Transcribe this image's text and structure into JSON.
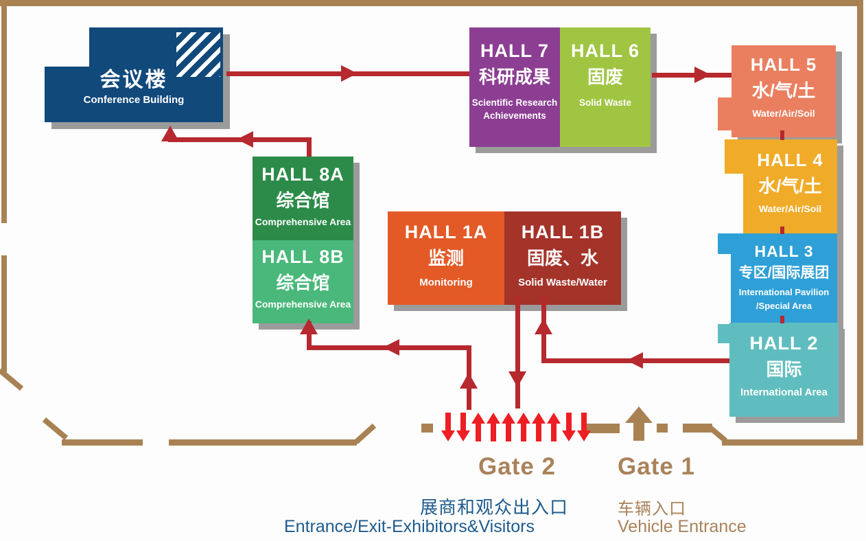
{
  "conference_building": {
    "name_zh": "会议楼",
    "name_en": "Conference Building",
    "color": "#11497b"
  },
  "halls": [
    {
      "id": "hall-7",
      "title": "HALL 7",
      "zh": "科研成果",
      "en": [
        "Scientific Research",
        "Achievements"
      ],
      "color": "#8c3e92"
    },
    {
      "id": "hall-6",
      "title": "HALL 6",
      "zh": "固废",
      "en": [
        "Solid Waste"
      ],
      "color": "#a0c542"
    },
    {
      "id": "hall-5",
      "title": "HALL 5",
      "zh": "水/气/土",
      "en": [
        "Water/Air/Soil"
      ],
      "color": "#ea7f5f"
    },
    {
      "id": "hall-4",
      "title": "HALL 4",
      "zh": "水/气/土",
      "en": [
        "Water/Air/Soil"
      ],
      "color": "#f0ab28"
    },
    {
      "id": "hall-3",
      "title": "HALL 3",
      "zh": "专区/国际展团",
      "en": [
        "International Pavilion",
        "/Special Area"
      ],
      "color": "#2fa0d7"
    },
    {
      "id": "hall-2",
      "title": "HALL 2",
      "zh": "国际",
      "en": [
        "International Area"
      ],
      "color": "#60bdbf"
    },
    {
      "id": "hall-8a",
      "title": "HALL 8A",
      "zh": "综合馆",
      "en": [
        "Comprehensive Area"
      ],
      "color": "#2c8b49"
    },
    {
      "id": "hall-8b",
      "title": "HALL 8B",
      "zh": "综合馆",
      "en": [
        "Comprehensive Area"
      ],
      "color": "#49b87a"
    },
    {
      "id": "hall-1a",
      "title": "HALL 1A",
      "zh": "监测",
      "en": [
        "Monitoring"
      ],
      "color": "#e35a26"
    },
    {
      "id": "hall-1b",
      "title": "HALL 1B",
      "zh": "固废、水",
      "en": [
        "Solid Waste/Water"
      ],
      "color": "#a43329"
    }
  ],
  "gates": {
    "gate2": {
      "name": "Gate 2",
      "desc_zh": "展商和观众出入口",
      "desc_en": "Entrance/Exit-Exhibitors&Visitors"
    },
    "gate1": {
      "name": "Gate 1",
      "desc_zh": "车辆入口",
      "desc_en": "Vehicle Entrance"
    }
  },
  "routes": {
    "route_color": "#b5292f",
    "gate2_flow_arrow_color": "#ed1f24",
    "gate2_flow_arrows": [
      "down",
      "down",
      "up",
      "up",
      "up",
      "up",
      "up",
      "up",
      "down",
      "down"
    ]
  },
  "colors": {
    "boundary_wall": "#a98254",
    "shadow": "#9b9b9b",
    "gate_label_text": "#a9825a",
    "gate2_description_text": "#1e5b8d",
    "background": "#fdfdfd"
  }
}
